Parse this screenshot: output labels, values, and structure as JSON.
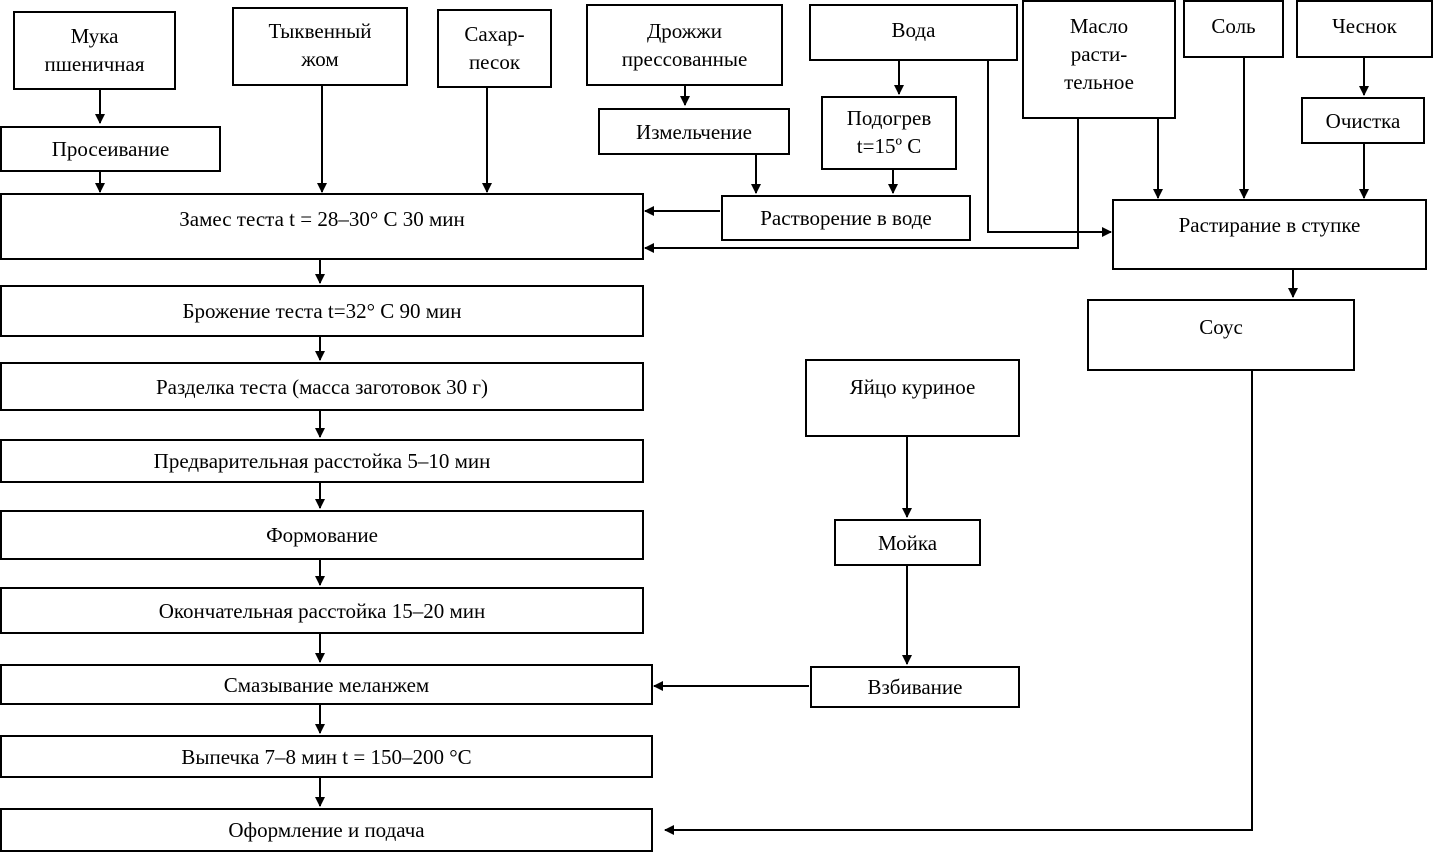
{
  "boxes": {
    "flour": "Мука\nпшеничная",
    "pumpkin": "Тыквенный\nжом",
    "sugar": "Сахар-\nпесок",
    "yeast": "Дрожжи\nпрессованные",
    "water": "Вода",
    "oil": "Масло\nрасти-\nтельное",
    "salt": "Соль",
    "garlic": "Чеснок",
    "sifting": "Просеивание",
    "grinding": "Измельчение",
    "heating": "Подогрев\nt=15º С",
    "peeling": "Очистка",
    "dissolving": "Растворение в воде",
    "kneading": "Замес теста t = 28–30° С 30 мин",
    "mortar": "Растирание в ступке",
    "fermentation": "Брожение теста t=32° С 90 мин",
    "sauce": "Соус",
    "dividing": "Разделка теста (масса заготовок 30 г)",
    "egg": "Яйцо куриное",
    "pre_proofing": "Предварительная расстойка 5–10 мин",
    "washing": "Мойка",
    "forming": "Формование",
    "final_proofing": "Окончательная расстойка 15–20 мин",
    "whisking": "Взбивание",
    "glazing": "Смазывание меланжем",
    "baking": "Выпечка 7–8 мин t = 150–200 °С",
    "serving": "Оформление и подача"
  }
}
